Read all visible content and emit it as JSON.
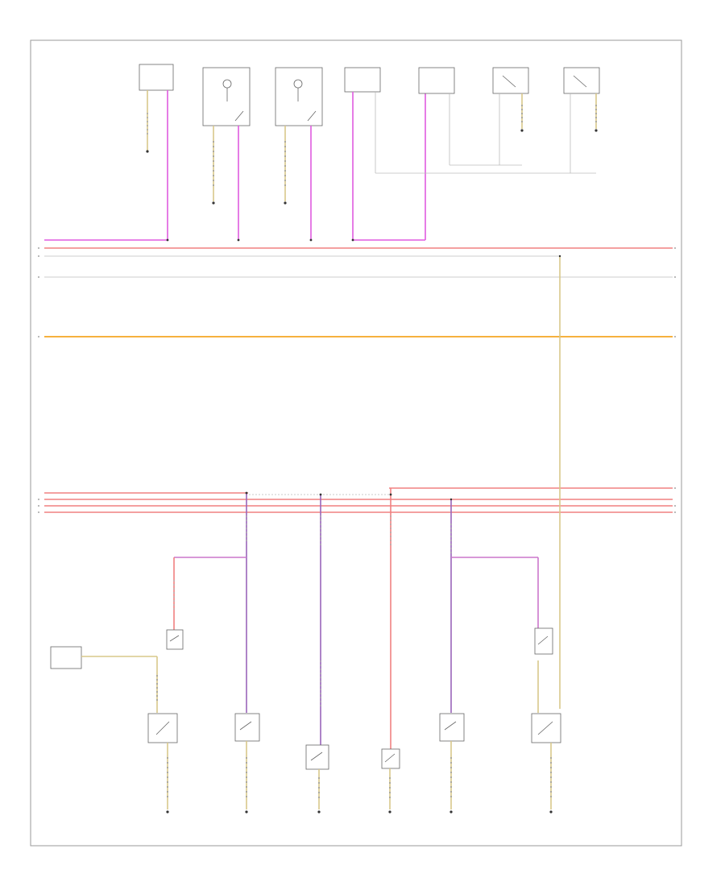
{
  "colors": {
    "pink": "#e05ce0",
    "red": "#f08080",
    "orange": "#f5a623",
    "tan": "#d9c88a",
    "gray": "#bbbbbb",
    "purple": "#9966bb",
    "border": "#999999",
    "component": "#666666"
  },
  "footer": {
    "code": ""
  },
  "diagram": {
    "top_components": [
      {
        "id": "tc1",
        "label": ""
      },
      {
        "id": "tc2",
        "label": ""
      },
      {
        "id": "tc3",
        "label": ""
      },
      {
        "id": "tc4",
        "label": ""
      },
      {
        "id": "tc5",
        "label": ""
      },
      {
        "id": "tc6",
        "label": ""
      },
      {
        "id": "tc7",
        "label": ""
      }
    ],
    "bottom_components": [
      {
        "id": "bc1",
        "label": ""
      },
      {
        "id": "bc2",
        "label": ""
      },
      {
        "id": "bc3",
        "label": ""
      },
      {
        "id": "bc4",
        "label": ""
      },
      {
        "id": "bc5",
        "label": ""
      },
      {
        "id": "bc6",
        "label": ""
      }
    ],
    "grounds": [
      {
        "id": "g1",
        "label": ""
      },
      {
        "id": "g2",
        "label": ""
      },
      {
        "id": "g3",
        "label": ""
      },
      {
        "id": "g4",
        "label": ""
      },
      {
        "id": "g5",
        "label": ""
      },
      {
        "id": "g6",
        "label": ""
      }
    ]
  }
}
